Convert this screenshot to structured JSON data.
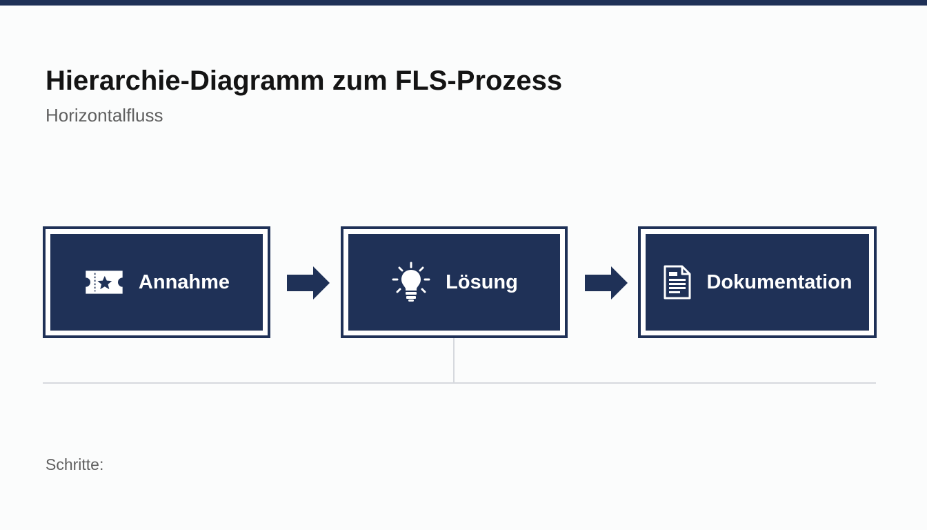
{
  "header": {
    "title": "Hierarchie-Diagramm zum FLS-Prozess",
    "subtitle": "Horizontalfluss"
  },
  "steps": [
    {
      "label": "Annahme",
      "icon": "ticket-icon"
    },
    {
      "label": "Lösung",
      "icon": "lightbulb-icon"
    },
    {
      "label": "Dokumentation",
      "icon": "document-icon"
    }
  ],
  "footer": {
    "steps_label": "Schritte:"
  },
  "colors": {
    "accent": "#1f3157",
    "background": "#fbfcfc",
    "connector": "#d6d9de",
    "title": "#141414",
    "muted": "#5f5f5f"
  }
}
